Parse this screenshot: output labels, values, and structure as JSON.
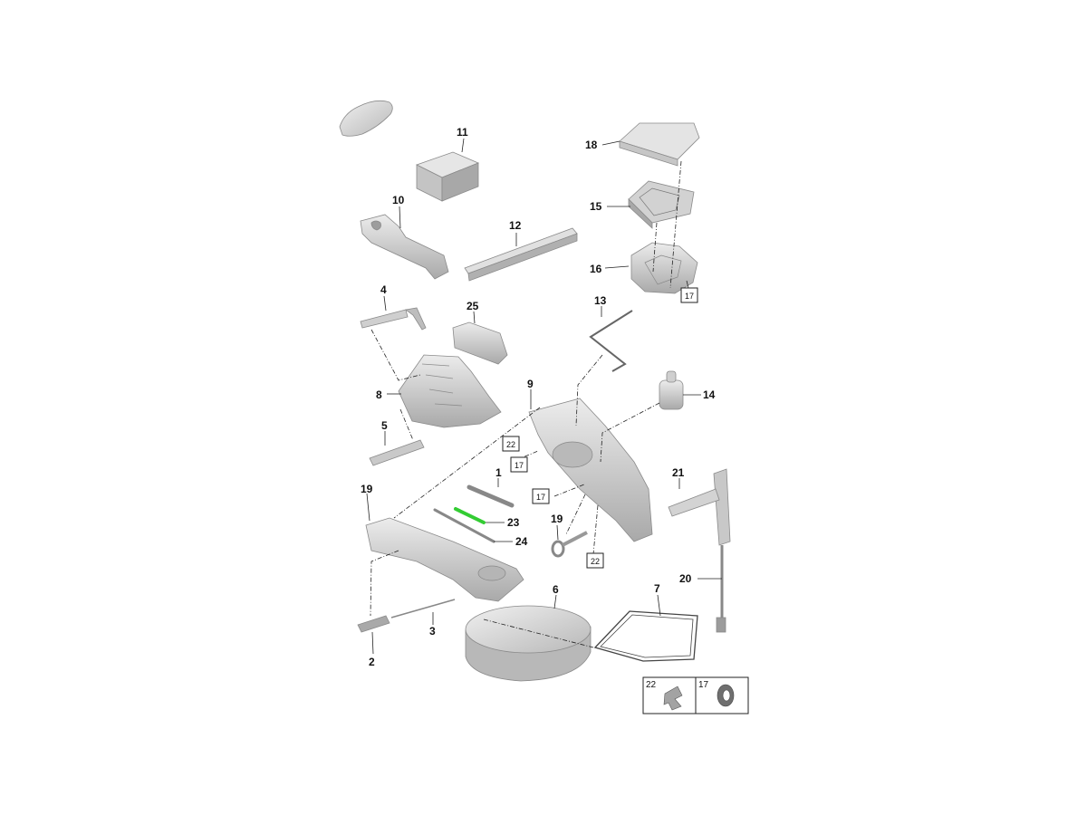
{
  "callouts": {
    "p1": "1",
    "p2": "2",
    "p3": "3",
    "p4": "4",
    "p5": "5",
    "p6": "6",
    "p7": "7",
    "p8": "8",
    "p9": "9",
    "p10": "10",
    "p11": "11",
    "p12": "12",
    "p13": "13",
    "p14": "14",
    "p15": "15",
    "p16": "16",
    "p18": "18",
    "p19a": "19",
    "p19b": "19",
    "p20": "20",
    "p21": "21",
    "p23": "23",
    "p24": "24",
    "p25": "25"
  },
  "boxed_callouts": {
    "b17a": "17",
    "b17b": "17",
    "b17c": "17",
    "b22a": "22",
    "b22b": "22"
  },
  "legend": {
    "cell1_number": "22",
    "cell2_number": "17"
  },
  "colors": {
    "part_fill": "#d9d9d9",
    "part_shade": "#bdbdbd",
    "highlight": "#33cc33"
  }
}
